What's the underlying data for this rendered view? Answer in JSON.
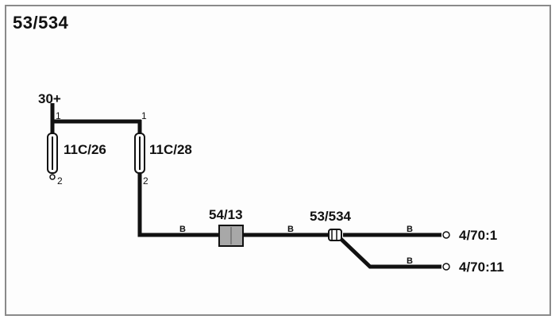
{
  "diagram": {
    "title": "53/534",
    "supply_label": "30+",
    "fuses": [
      {
        "label": "11C/26",
        "pin_top": "1",
        "pin_bottom": "2"
      },
      {
        "label": "11C/28",
        "pin_top": "1",
        "pin_bottom": "2"
      }
    ],
    "connector_label": "54/13",
    "splice_label": "53/534",
    "wire_codes": [
      "B",
      "B",
      "B",
      "B"
    ],
    "terminals": [
      "4/70:1",
      "4/70:11"
    ],
    "colors": {
      "wire": "#111111",
      "connector_fill": "#a8a8a8",
      "frame": "#8a8a8a"
    }
  }
}
